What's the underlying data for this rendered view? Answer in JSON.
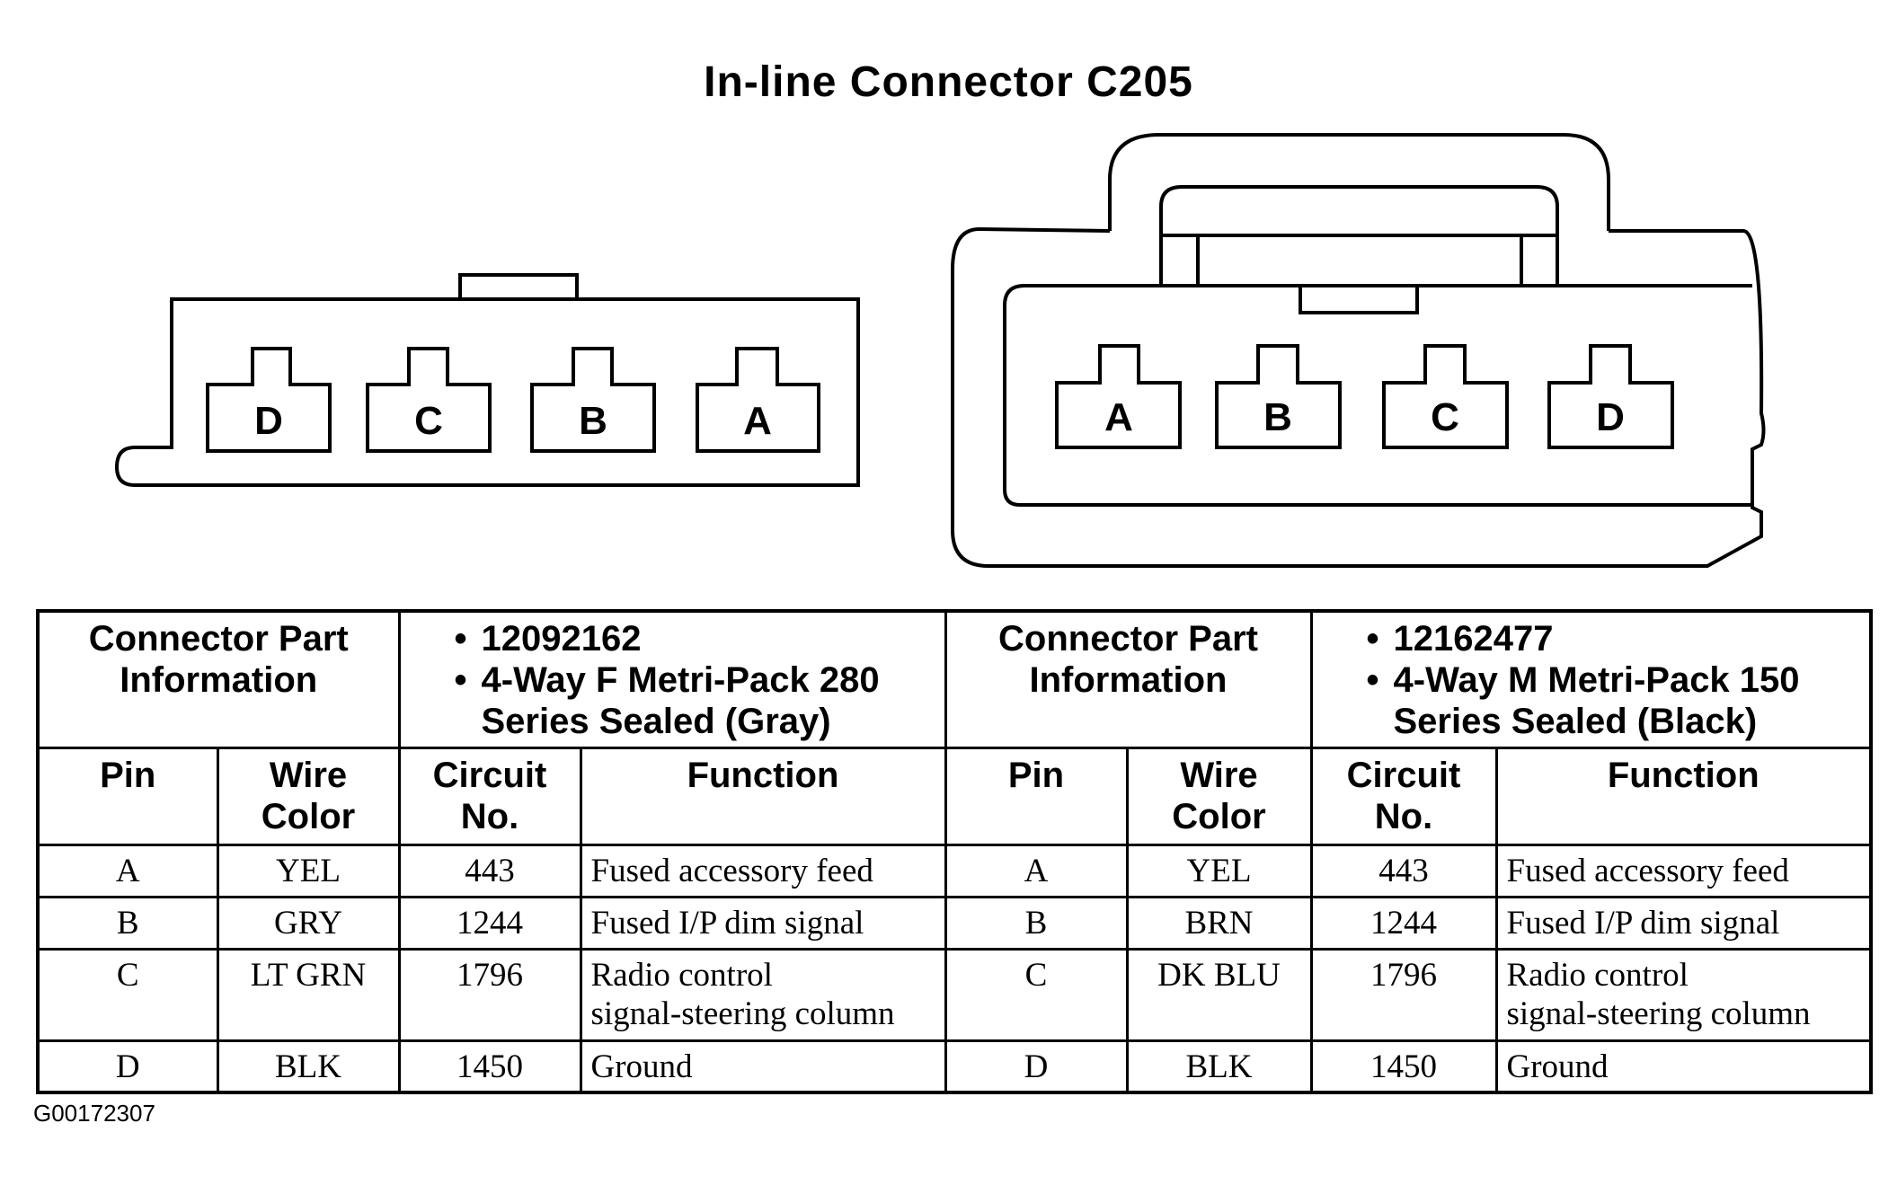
{
  "title": "In-line Connector C205",
  "left_connector": {
    "pins": [
      "D",
      "C",
      "B",
      "A"
    ]
  },
  "right_connector": {
    "pins": [
      "A",
      "B",
      "C",
      "D"
    ]
  },
  "table": {
    "left": {
      "info_label": [
        "Connector Part",
        "Information"
      ],
      "part_number": "12092162",
      "desc_line1": "4-Way F Metri-Pack 280",
      "desc_line2": "Series Sealed (Gray)",
      "columns": [
        "Pin",
        [
          "Wire",
          "Color"
        ],
        [
          "Circuit",
          "No."
        ],
        "Function"
      ],
      "rows": [
        {
          "pin": "A",
          "color": "YEL",
          "circuit": "443",
          "function": [
            "Fused accessory feed"
          ]
        },
        {
          "pin": "B",
          "color": "GRY",
          "circuit": "1244",
          "function": [
            "Fused I/P dim signal"
          ]
        },
        {
          "pin": "C",
          "color": "LT GRN",
          "circuit": "1796",
          "function": [
            "Radio control",
            "signal-steering column"
          ]
        },
        {
          "pin": "D",
          "color": "BLK",
          "circuit": "1450",
          "function": [
            "Ground"
          ]
        }
      ]
    },
    "right": {
      "info_label": [
        "Connector Part",
        "Information"
      ],
      "part_number": "12162477",
      "desc_line1": "4-Way M Metri-Pack 150",
      "desc_line2": "Series Sealed (Black)",
      "columns": [
        "Pin",
        [
          "Wire",
          "Color"
        ],
        [
          "Circuit",
          "No."
        ],
        "Function"
      ],
      "rows": [
        {
          "pin": "A",
          "color": "YEL",
          "circuit": "443",
          "function": [
            "Fused accessory feed"
          ]
        },
        {
          "pin": "B",
          "color": "BRN",
          "circuit": "1244",
          "function": [
            "Fused I/P dim signal"
          ]
        },
        {
          "pin": "C",
          "color": "DK BLU",
          "circuit": "1796",
          "function": [
            "Radio control",
            "signal-steering column"
          ]
        },
        {
          "pin": "D",
          "color": "BLK",
          "circuit": "1450",
          "function": [
            "Ground"
          ]
        }
      ]
    }
  },
  "figure_code": "G00172307"
}
